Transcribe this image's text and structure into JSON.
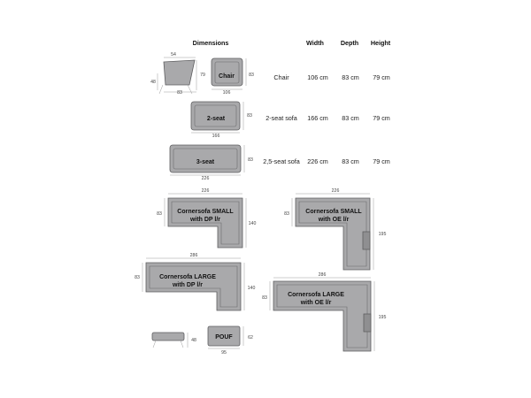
{
  "table": {
    "headers": [
      "Dimensions",
      "Width",
      "Depth",
      "Height"
    ],
    "rows": [
      {
        "name": "Chair",
        "width": "106 cm",
        "depth": "83 cm",
        "height": "79 cm"
      },
      {
        "name": "2-seat sofa",
        "width": "166 cm",
        "depth": "83 cm",
        "height": "79 cm"
      },
      {
        "name": "2,5-seat sofa",
        "width": "226 cm",
        "depth": "83 cm",
        "height": "79 cm"
      }
    ]
  },
  "chair_side": {
    "top": "54",
    "height": "79",
    "seat": "48",
    "depth": "83"
  },
  "chair_top": {
    "label": "Chair",
    "width": "106",
    "depth": "83"
  },
  "two_seat": {
    "label": "2-seat",
    "width": "166",
    "depth": "83"
  },
  "three_seat": {
    "label": "3-seat",
    "width": "226",
    "depth": "83"
  },
  "corner_small_dp": {
    "label1": "Cornersofa SMALL",
    "label2": "with DP l/r",
    "width": "226",
    "depth": "83",
    "length": "140"
  },
  "corner_small_oe": {
    "label1": "Cornersofa SMALL",
    "label2": "with OE l/r",
    "width": "226",
    "depth": "83",
    "length": "195"
  },
  "corner_large_dp": {
    "label1": "Cornersofa LARGE",
    "label2": "with DP l/r",
    "width": "286",
    "depth": "83",
    "length": "140"
  },
  "corner_large_oe": {
    "label1": "Cornersofa LARGE",
    "label2": "with OE l/r",
    "width": "286",
    "depth": "83",
    "length": "195"
  },
  "pouf_side": {
    "height": "48"
  },
  "pouf_top": {
    "label": "POUF",
    "width": "95",
    "depth": "62"
  }
}
